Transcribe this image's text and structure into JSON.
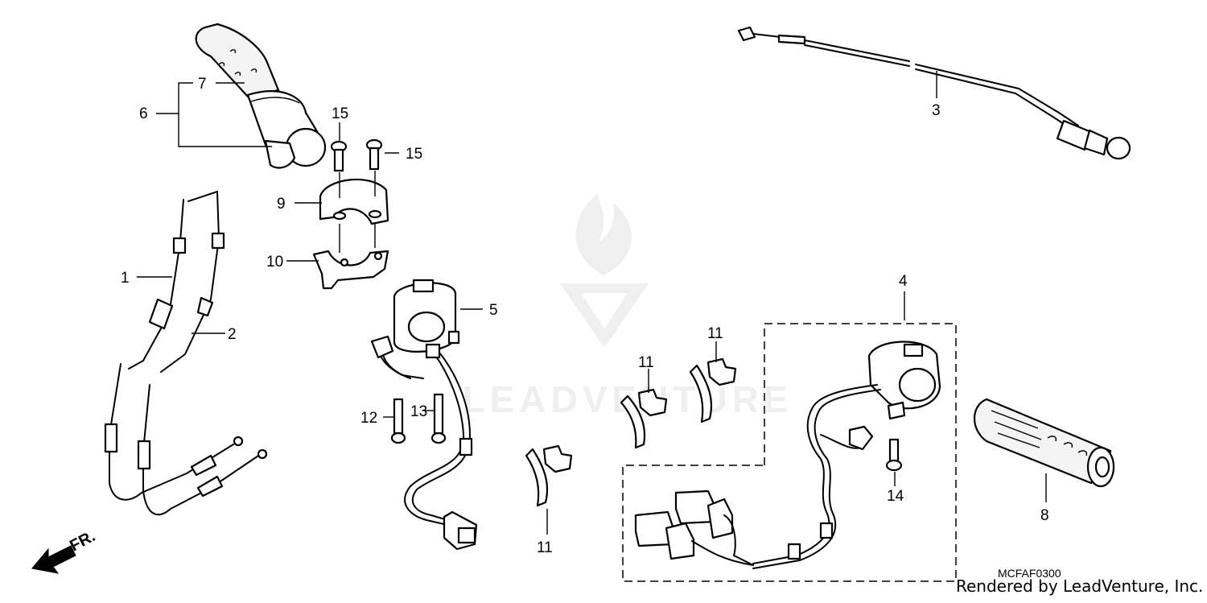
{
  "diagram": {
    "callouts": {
      "c1": "1",
      "c2": "2",
      "c3": "3",
      "c4": "4",
      "c5": "5",
      "c6": "6",
      "c7": "7",
      "c8": "8",
      "c9": "9",
      "c10": "10",
      "c11a": "11",
      "c11b": "11",
      "c11c": "11",
      "c12": "12",
      "c13": "13",
      "c14": "14",
      "c15a": "15",
      "c15b": "15"
    },
    "front_label": "FR.",
    "diagram_code": "MCFAF0300"
  },
  "footer": {
    "credit": "Rendered by LeadVenture, Inc."
  },
  "colors": {
    "line": "#000000",
    "background": "#ffffff",
    "watermark": "#e6e6e6"
  },
  "watermark": {
    "text": "LEADVENTURE"
  }
}
